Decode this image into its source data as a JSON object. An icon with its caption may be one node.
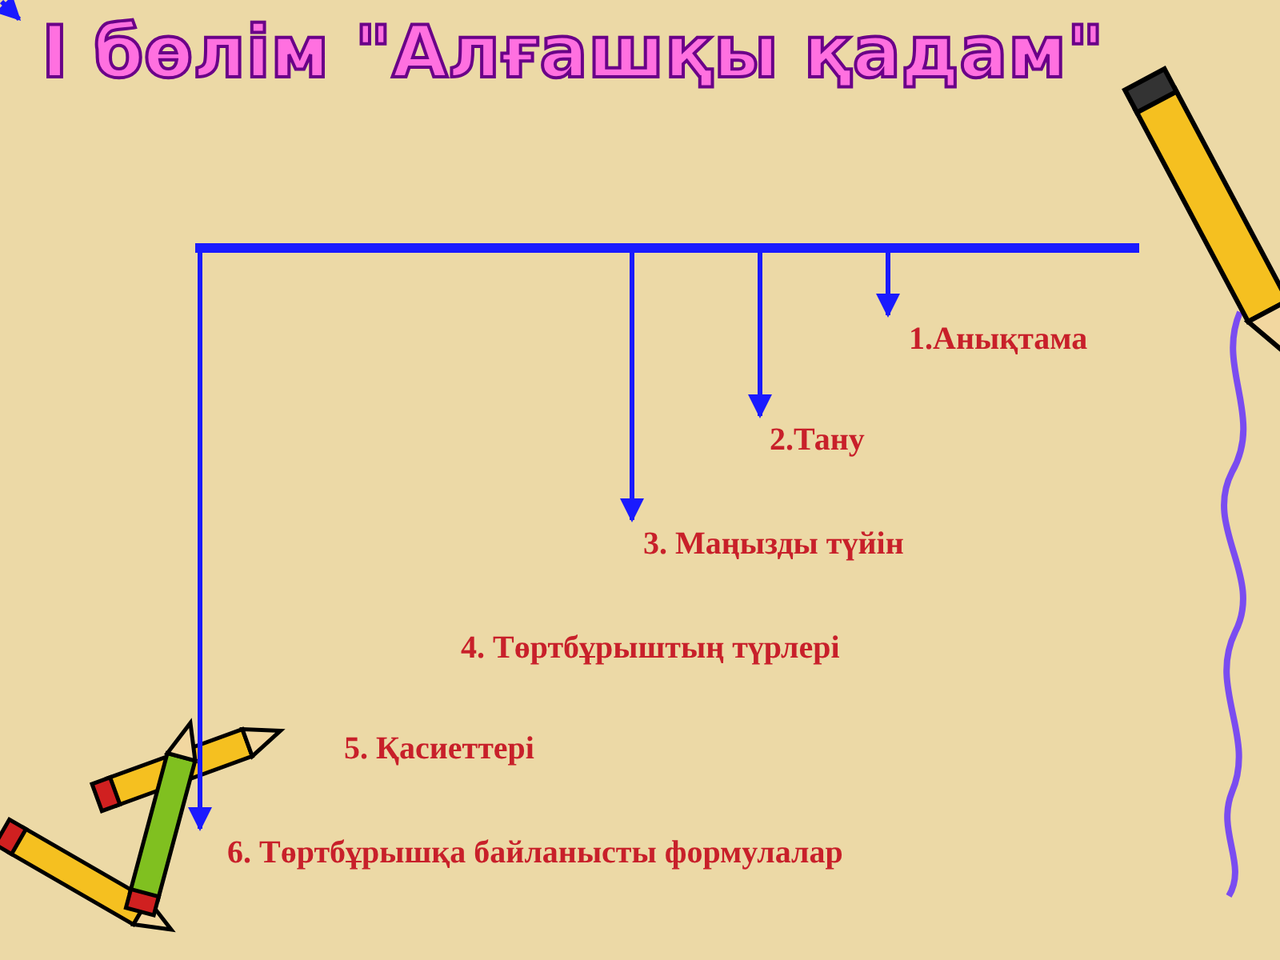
{
  "diagram": {
    "title": "І бөлім \"Алғашқы қадам\"",
    "nodes": [
      {
        "text": [],
        "shape": "bar"
      },
      {
        "text": [
          "1.Анықтама"
        ]
      },
      {
        "text": [
          "2.Тану"
        ]
      },
      {
        "text": [
          "3. Маңызды түйін"
        ]
      },
      {
        "text": [
          "4. Төртбұрыштың түрлері"
        ]
      },
      {
        "text": [
          "5. Қасиеттері"
        ]
      },
      {
        "text": [
          "6. Төртбұрышқа байланысты формулалар"
        ]
      }
    ],
    "edges": [
      {
        "from": 0,
        "to": 1,
        "arrow": "to"
      },
      {
        "from": 0,
        "to": 2,
        "arrow": "to"
      },
      {
        "from": 0,
        "to": 3,
        "arrow": "to"
      },
      {
        "from": 0,
        "to": 6,
        "arrow": "to"
      }
    ]
  }
}
